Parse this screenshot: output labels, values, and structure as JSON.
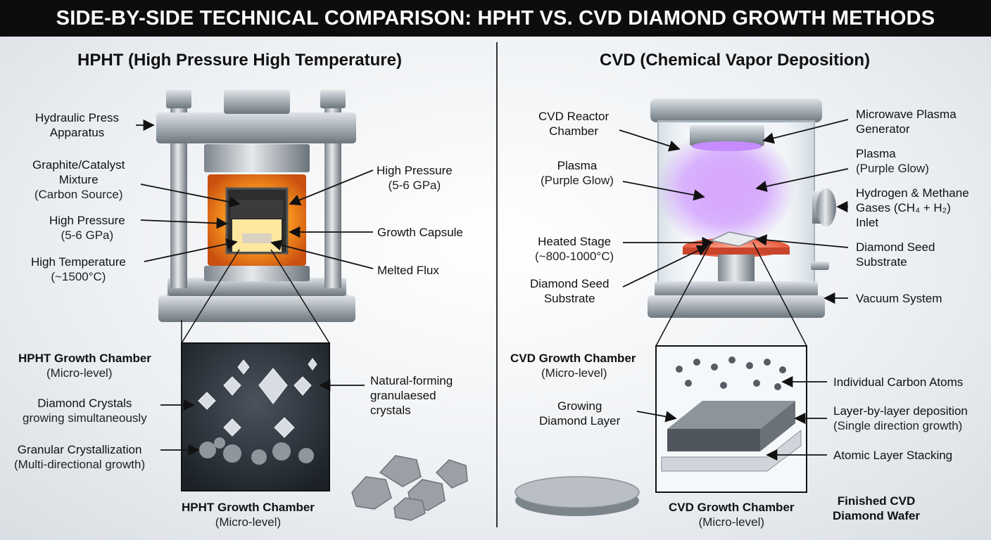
{
  "title": "SIDE-BY-SIDE TECHNICAL COMPARISON: HPHT VS. CVD DIAMOND GROWTH METHODS",
  "colors": {
    "bar": "#0d0d0d",
    "heat": "#f7931e",
    "plasma": "#b46bff",
    "steel": "#9aa3ab",
    "dark_chamber": "#2a3038"
  },
  "hpht": {
    "title": "HPHT (High Pressure High Temperature)",
    "labels": {
      "press": {
        "line1": "Hydraulic Press",
        "line2": "Apparatus"
      },
      "graphite": {
        "line1": "Graphite/Catalyst",
        "line2": "Mixture",
        "sub": "(Carbon Source)"
      },
      "pressure_left": {
        "line1": "High Pressure",
        "sub": "(5-6 GPa)"
      },
      "temperature": {
        "line1": "High Temperature",
        "sub": "(~1500°C)"
      },
      "pressure_right": {
        "line1": "High Pressure",
        "sub": "(5-6 GPa)"
      },
      "capsule": "Growth Capsule",
      "flux": "Melted Flux",
      "chamber_side": {
        "line1": "HPHT Growth Chamber",
        "sub": "(Micro-level)"
      },
      "crystals": {
        "line1": "Diamond Crystals",
        "line2": "growing simultaneously"
      },
      "granular": {
        "line1": "Granular Crystallization",
        "sub": "(Multi-directional growth)"
      },
      "natural": {
        "line1": "Natural-forming",
        "line2": "granulaesed",
        "line3": "crystals"
      },
      "chamber_bottom": {
        "line1": "HPHT Growth Chamber",
        "sub": "(Micro-level)"
      }
    }
  },
  "cvd": {
    "title": "CVD (Chemical Vapor Deposition)",
    "labels": {
      "reactor": {
        "line1": "CVD Reactor",
        "line2": "Chamber"
      },
      "plasma_left": {
        "line1": "Plasma",
        "sub": "(Purple Glow)"
      },
      "stage": {
        "line1": "Heated Stage",
        "sub": "(~800-1000°C)"
      },
      "seed_left": {
        "line1": "Diamond Seed",
        "line2": "Substrate"
      },
      "microwave": {
        "line1": "Microwave Plasma",
        "line2": "Generator"
      },
      "plasma_right": {
        "line1": "Plasma",
        "sub": "(Purple Glow)"
      },
      "gases": {
        "line1": "Hydrogen & Methane",
        "line2": "Gases (CH₄ + H₂)",
        "line3": "Inlet"
      },
      "seed_right": {
        "line1": "Diamond Seed",
        "line2": "Substrate"
      },
      "vacuum": "Vacuum System",
      "chamber_side": {
        "line1": "CVD Growth Chamber",
        "sub": "(Micro-level)"
      },
      "growing": {
        "line1": "Growing",
        "line2": "Diamond Layer"
      },
      "atoms": "Individual Carbon Atoms",
      "layer": {
        "line1": "Layer-by-layer deposition",
        "sub": "(Single direction growth)"
      },
      "stacking": "Atomic Layer Stacking",
      "chamber_bottom": {
        "line1": "CVD Growth Chamber",
        "sub": "(Micro-level)"
      },
      "wafer": {
        "line1": "Finished CVD",
        "line2": "Diamond Wafer"
      }
    }
  }
}
